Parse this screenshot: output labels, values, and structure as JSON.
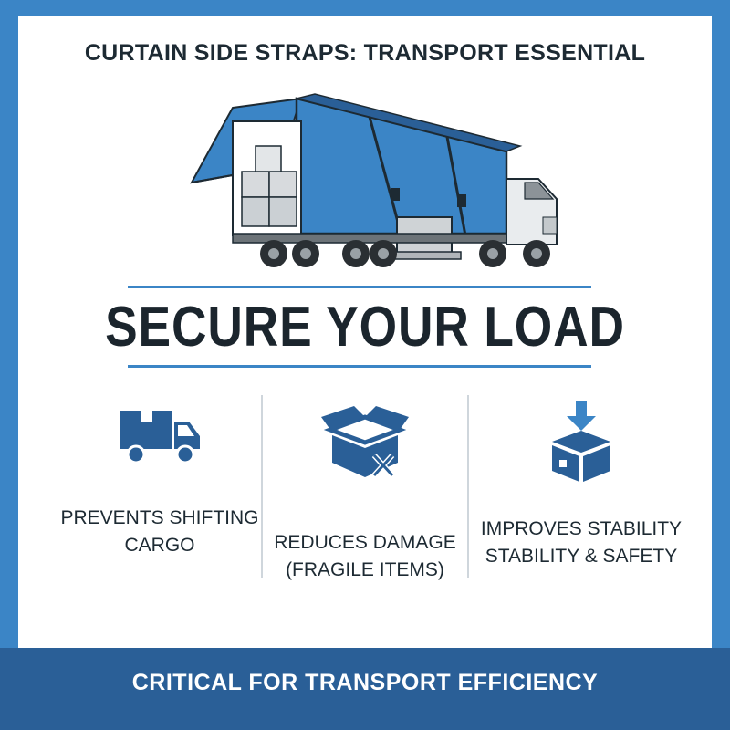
{
  "header": {
    "title": "CURTAIN SIDE STRAPS: TRANSPORT ESSENTIAL"
  },
  "hero": {
    "headline": "SECURE YOUR LOAD"
  },
  "features": [
    {
      "icon": "delivery-truck-icon",
      "line1": "PREVENTS SHIFTING",
      "line2": "CARGO"
    },
    {
      "icon": "damaged-box-icon",
      "line1": "REDUCES DAMAGE",
      "line2": "(FRAGILE ITEMS)"
    },
    {
      "icon": "box-download-icon",
      "line1": "IMPROVES STABILITY",
      "line2": "STABILITY & SAFETY"
    }
  ],
  "footer": {
    "text": "CRITICAL FOR TRANSPORT EFFICIENCY"
  },
  "colors": {
    "accent": "#3b85c6",
    "footer_bg": "#2a5f97",
    "text": "#1d2a33"
  }
}
